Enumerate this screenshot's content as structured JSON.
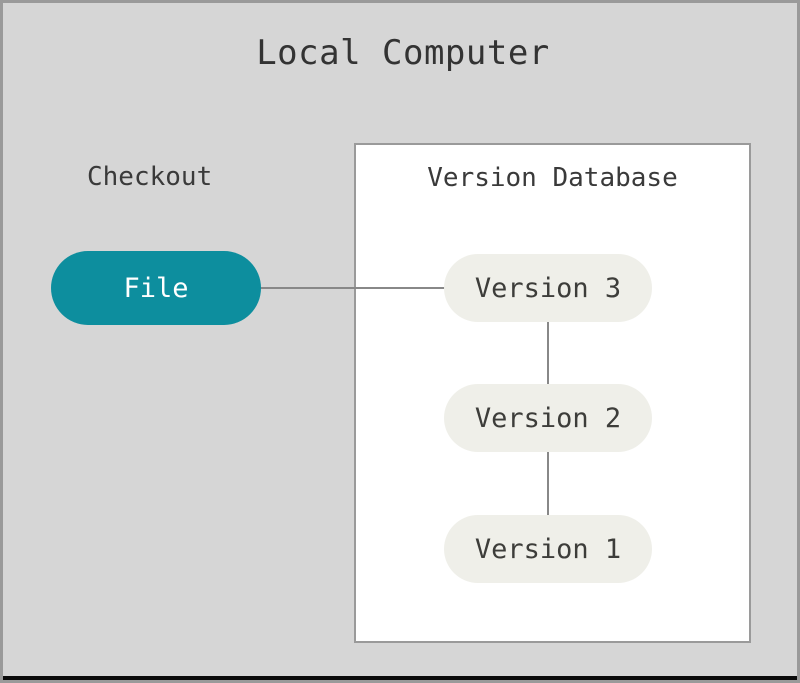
{
  "diagram": {
    "title": "Local Computer",
    "type": "flowchart",
    "background_color": "#d6d6d6",
    "border_color": "#9a9a9a",
    "edge_color": "#888888"
  },
  "labels": {
    "checkout": "Checkout"
  },
  "subgraph": {
    "title": "Version Database",
    "background_color": "#ffffff",
    "border_color": "#9a9a9a"
  },
  "nodes": {
    "file": {
      "label": "File",
      "fill_color": "#0d8e9e",
      "text_color": "#ffffff",
      "shape": "stadium"
    },
    "versions": [
      {
        "label": "Version 3",
        "fill_color": "#efefe9",
        "text_color": "#3d3d3a",
        "shape": "stadium"
      },
      {
        "label": "Version 2",
        "fill_color": "#efefe9",
        "text_color": "#3d3d3a",
        "shape": "stadium"
      },
      {
        "label": "Version 1",
        "fill_color": "#efefe9",
        "text_color": "#3d3d3a",
        "shape": "stadium"
      }
    ]
  },
  "edges": [
    {
      "from": "File",
      "to": "Version 3",
      "orientation": "horizontal"
    },
    {
      "from": "Version 3",
      "to": "Version 2",
      "orientation": "vertical"
    },
    {
      "from": "Version 2",
      "to": "Version 1",
      "orientation": "vertical"
    }
  ]
}
